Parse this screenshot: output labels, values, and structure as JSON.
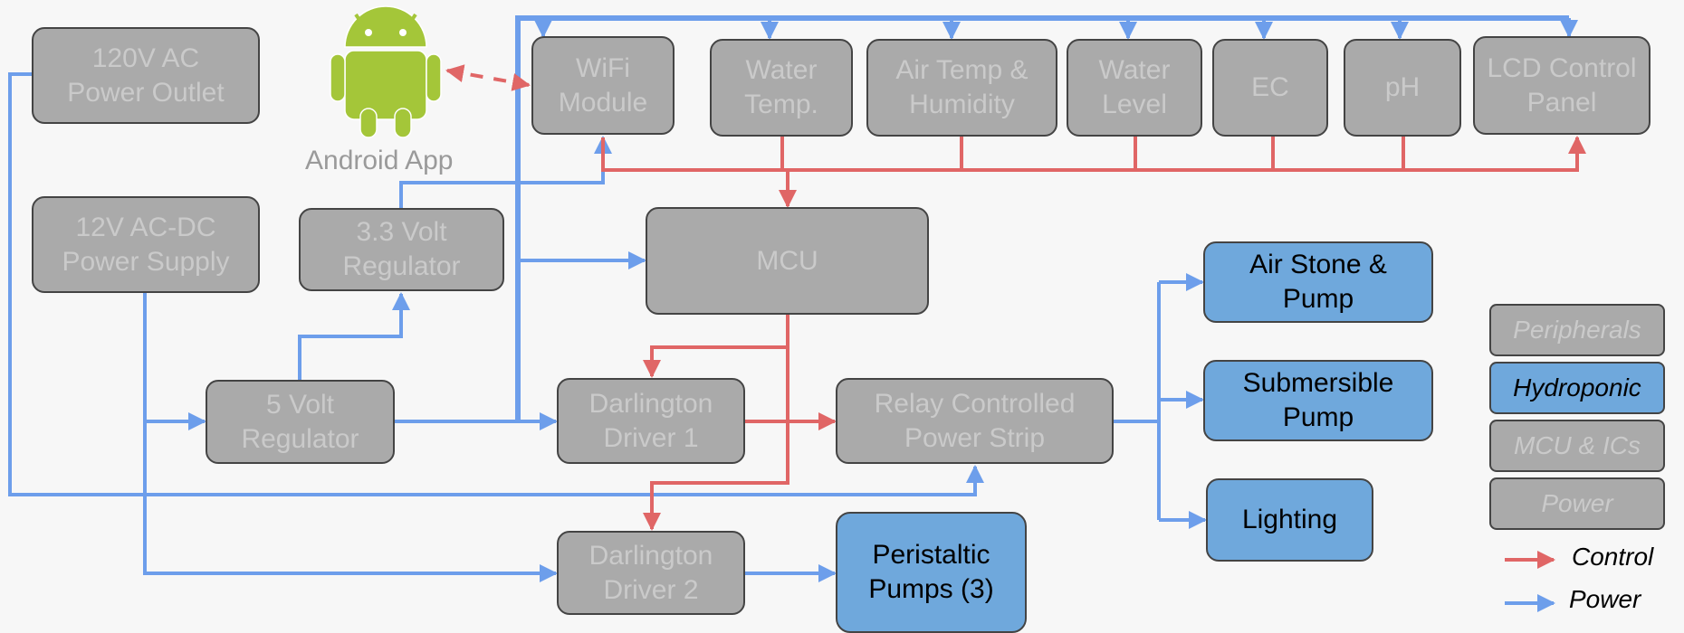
{
  "colors": {
    "control": "#e06666",
    "power": "#6d9eeb",
    "peripheral_fill": "#aaaaaa",
    "hydroponic_fill": "#6fa8dc",
    "faded_text": "#cacaca",
    "android_green": "#a4c639"
  },
  "blocks": {
    "ac_outlet": "120V AC\nPower Outlet",
    "ac_dc": "12V AC-DC\nPower Supply",
    "reg33": "3.3 Volt\nRegulator",
    "reg5": "5 Volt\nRegulator",
    "wifi": "WiFi\nModule",
    "water_temp": "Water\nTemp.",
    "air_temp": "Air Temp &\nHumidity",
    "water_level": "Water\nLevel",
    "ec": "EC",
    "ph": "pH",
    "lcd": "LCD Control\nPanel",
    "mcu": "MCU",
    "darl1": "Darlington\nDriver 1",
    "darl2": "Darlington\nDriver 2",
    "relay": "Relay Controlled\nPower Strip",
    "air_stone": "Air Stone &\nPump",
    "submersible": "Submersible\nPump",
    "lighting": "Lighting",
    "peristaltic": "Peristaltic\nPumps (3)"
  },
  "android": {
    "label": "Android App",
    "icon": "android-robot-icon"
  },
  "legend": {
    "peripherals": "Peripherals",
    "hydroponic": "Hydroponic",
    "mcu_ics": "MCU & ICs",
    "power": "Power",
    "control": "Control",
    "power_line": "Power"
  }
}
